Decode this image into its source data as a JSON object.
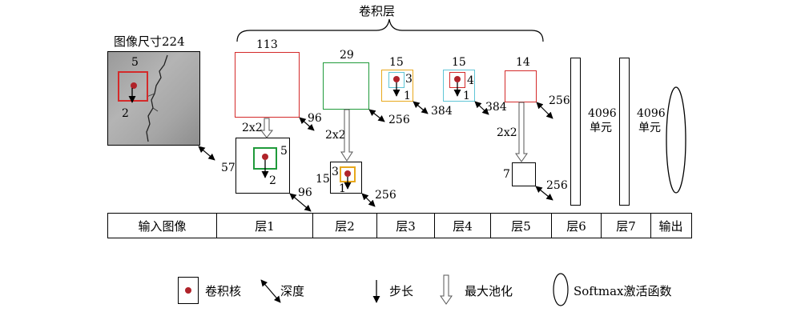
{
  "title": "卷积层",
  "image_label": "图像尺寸224",
  "input_kernel": {
    "size": "5",
    "stride": "2"
  },
  "layer1": {
    "top_size": "113",
    "top_depth": "96",
    "pool": "2x2",
    "bottom_size": "57",
    "bottom_depth": "96",
    "kernel_size": "5",
    "kernel_stride": "2"
  },
  "layer2": {
    "top_size": "29",
    "top_depth": "256",
    "pool": "2x2",
    "bottom_size": "15",
    "bottom_depth": "256",
    "kernel_size": "3",
    "kernel_stride": "1"
  },
  "layer3": {
    "size": "15",
    "kernel_size": "3",
    "kernel_stride": "1",
    "depth": "384"
  },
  "layer4": {
    "size": "15",
    "kernel_size": "4",
    "kernel_stride": "1",
    "depth": "384"
  },
  "layer5": {
    "top_size": "14",
    "top_depth": "256",
    "pool": "2x2",
    "bottom_size": "7",
    "bottom_depth": "256"
  },
  "fc6": {
    "units": "4096",
    "unit_label": "单元"
  },
  "fc7": {
    "units": "4096",
    "unit_label": "单元"
  },
  "table": [
    "输入图像",
    "层1",
    "层2",
    "层3",
    "层4",
    "层5",
    "层6",
    "层7",
    "输出"
  ],
  "legend": {
    "kernel": "卷积核",
    "depth": "深度",
    "stride": "步长",
    "pool": "最大池化",
    "softmax": "Softmax激活函数"
  },
  "colors": {
    "red": "#d42a2a",
    "green": "#1f9a3a",
    "yellow": "#e8a81c",
    "cyan": "#5fc5d6",
    "dot": "#b0232a"
  }
}
